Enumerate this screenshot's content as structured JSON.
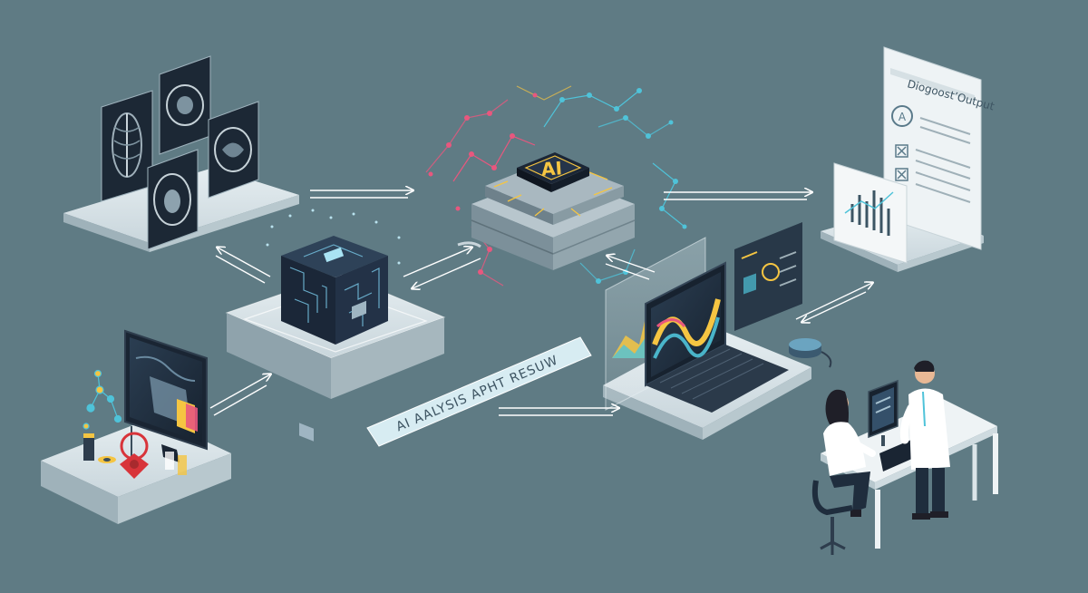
{
  "labels": {
    "ai_chip": "AI",
    "output_title": "Diogoost’Output",
    "output_badge": "A",
    "banner": "AI  AALYSIS APHT RESUW"
  },
  "colors": {
    "background": "#5f7b84",
    "platform": "#dfe8ec",
    "platform_side": "#aebfc6",
    "dark_panel": "#1f2d3d",
    "accent_yellow": "#f5c542",
    "accent_cyan": "#4fc3d9",
    "accent_pink": "#e8577e",
    "accent_red": "#d8343a",
    "arrow": "#ffffff"
  },
  "icons": {
    "scan_panels": "medical-scan-icon",
    "ai_processor": "ai-chip-icon",
    "neural_cube": "circuit-cube-icon",
    "report": "report-document-icon",
    "workstation": "monitor-icon",
    "laptop": "laptop-icon",
    "doctors": "doctor-icon"
  }
}
